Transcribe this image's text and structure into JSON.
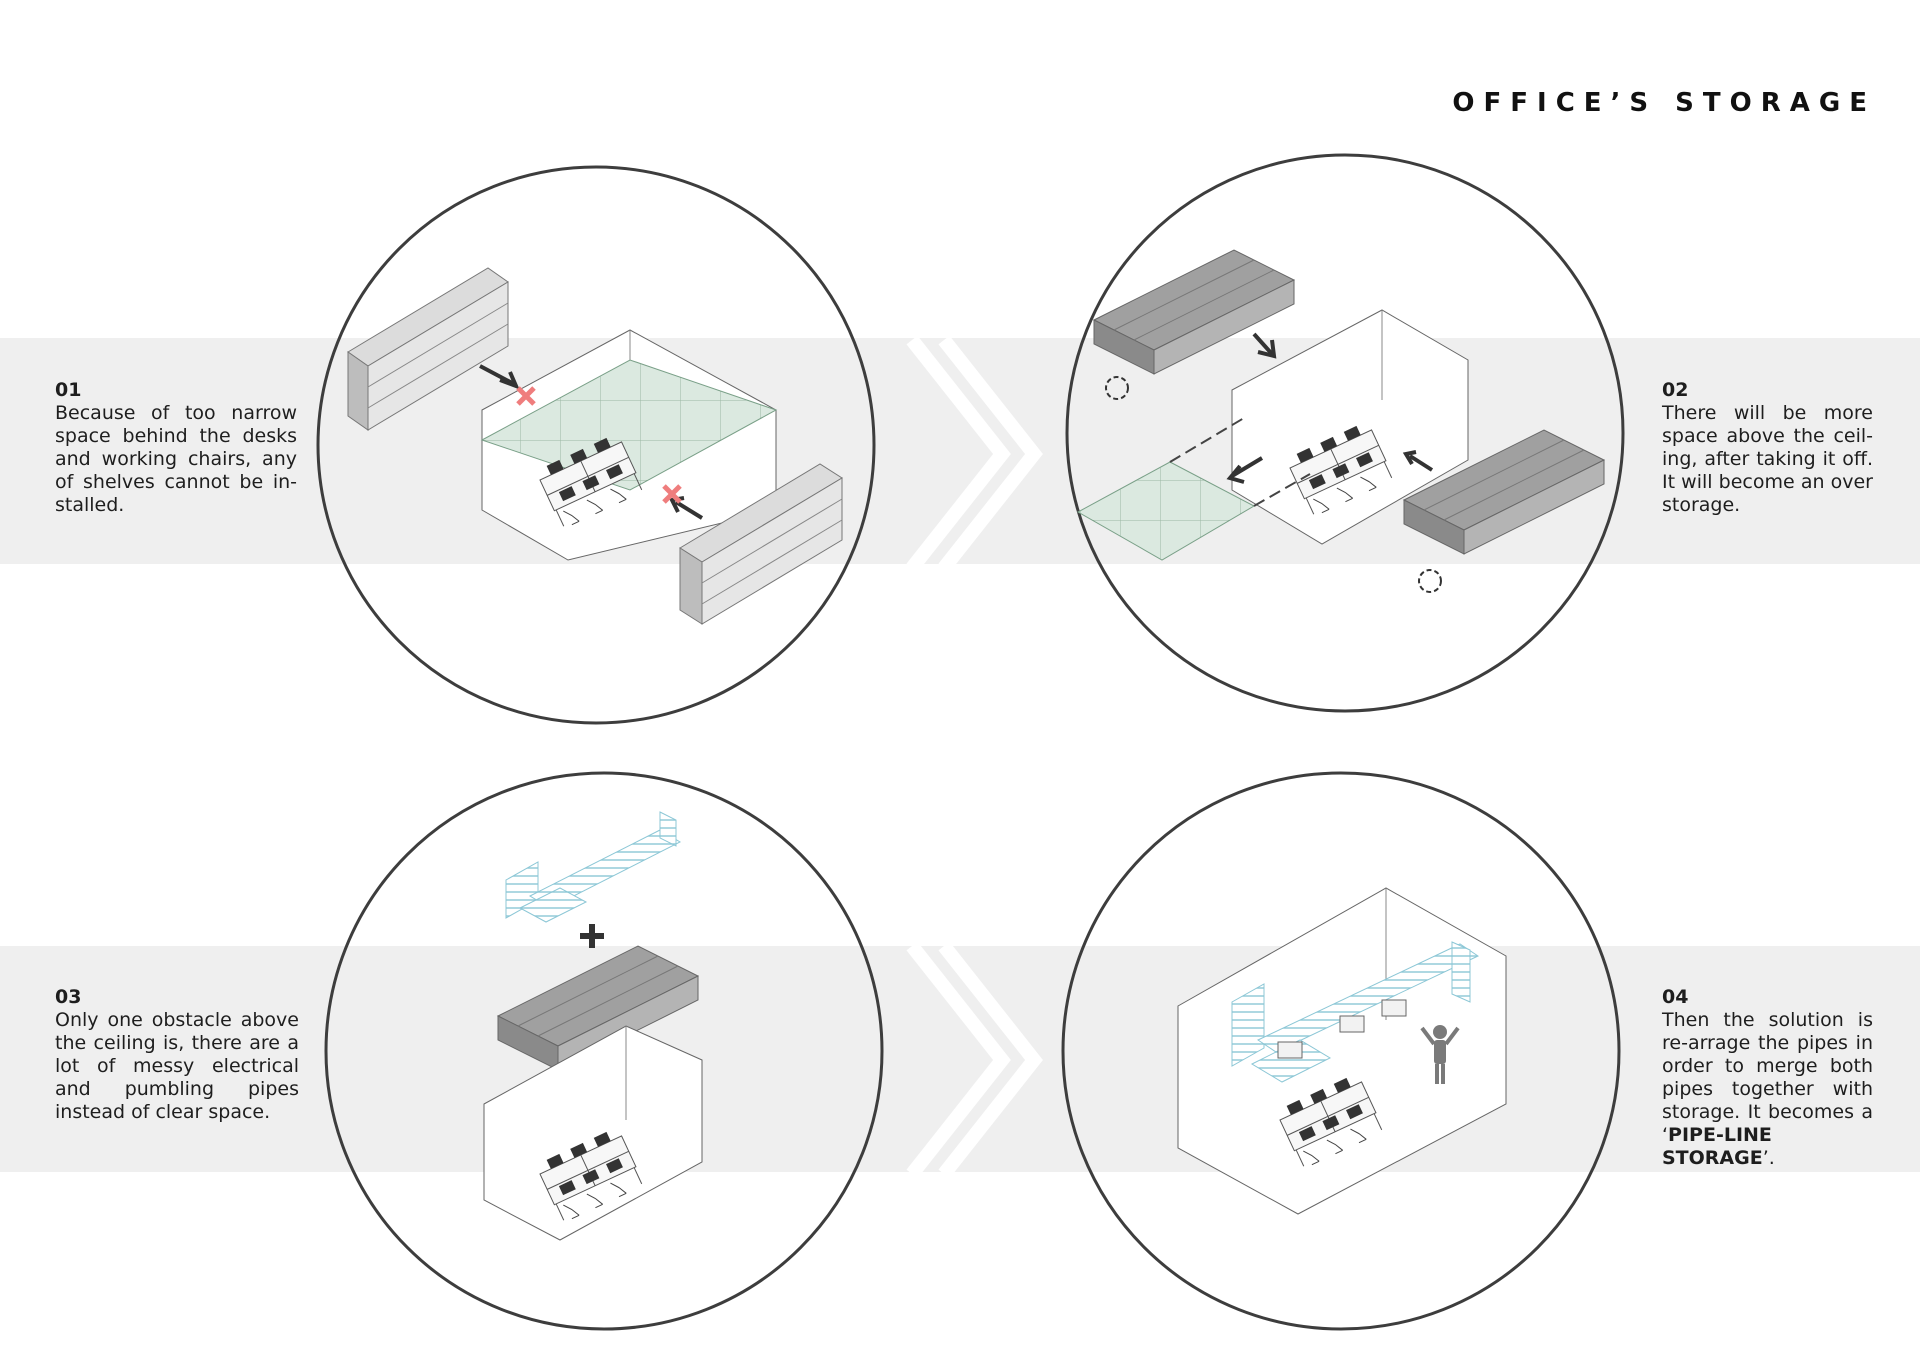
{
  "title": "OFFICE’S STORAGE",
  "steps": [
    {
      "number": "01",
      "text": "Because of too narrow space behind the desks and working chairs, any of shelves cannot be in-stalled."
    },
    {
      "number": "02",
      "text": "There will be more space above the ceil-ing, after taking it off. It will become an over storage."
    },
    {
      "number": "03",
      "text": "Only one obstacle above the ceiling is, there are a lot of messy electrical and pumbling pipes instead of clear space."
    },
    {
      "number": "04",
      "text": "Then the solution is re-arrage the pipes in order to merge both pipes together with storage. It becomes a",
      "quote_open": "‘",
      "highlight": "PIPE-LINE STORAGE",
      "quote_close": "’."
    }
  ],
  "icons": [
    "cross-mark-icon",
    "arrow-icon",
    "rotate-icon",
    "plus-icon",
    "person-icon",
    "chevron-icon"
  ],
  "colors": {
    "band": "#efefef",
    "circle": "#3a3a3a",
    "ceiling_grid": "#dbe9e0",
    "pipes": "#9ccfdc",
    "shelf": "#9a9a9a",
    "cross": "#ef7d7d"
  }
}
